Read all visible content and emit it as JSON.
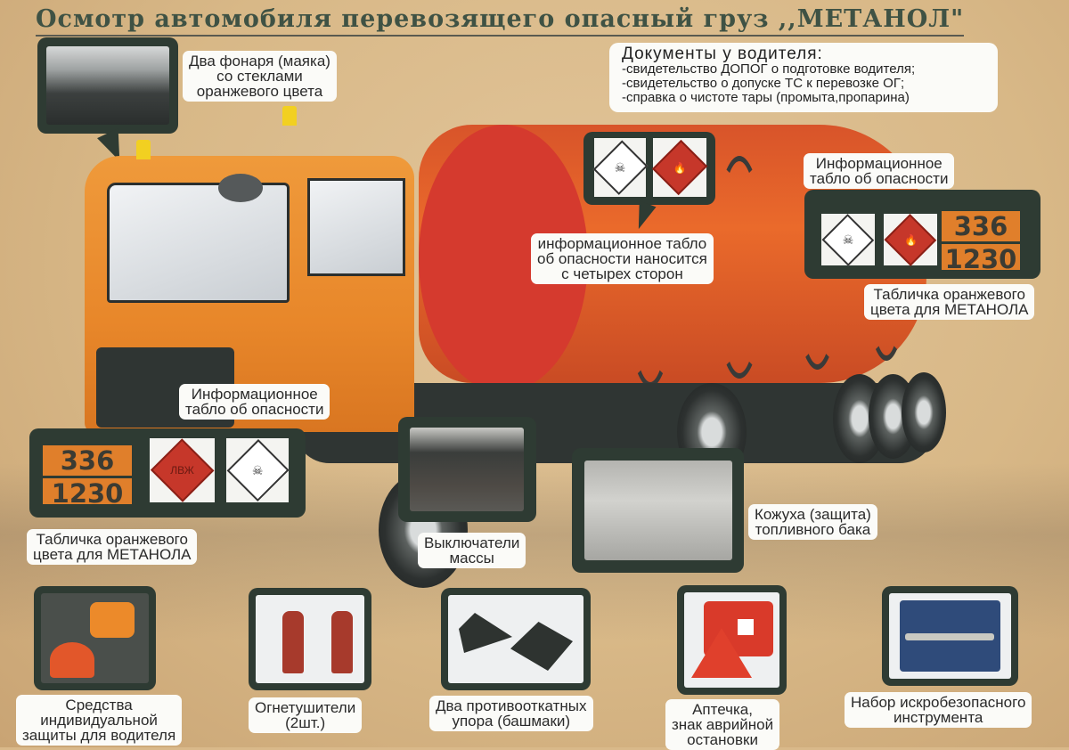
{
  "title": "Осмотр автомобиля перевозящего опасный груз ,,МЕТАНОЛ\"",
  "documents": {
    "heading": "Документы у водителя:",
    "items": [
      "-свидетельство ДОПОГ о подготовке водителя;",
      "-свидетельство о допуске ТС к перевозке ОГ;",
      "-справка о чистоте тары (промыта,пропарина)"
    ]
  },
  "callouts": {
    "beacons": [
      "Два фонаря (маяка)",
      "со стеклами",
      "оранжевого цвета"
    ],
    "tank_side": [
      "информационное табло",
      "об опасности наносится",
      "с четырех сторон"
    ],
    "rear_info": [
      "Информационное",
      "табло об опасности"
    ],
    "rear_plate": [
      "Табличка оранжевого",
      "цвета для МЕТАНОЛА"
    ],
    "front_info": [
      "Информационное",
      "табло об опасности"
    ],
    "front_plate": [
      "Табличка оранжевого",
      "цвета для МЕТАНОЛА"
    ],
    "mass_switch": [
      "Выключатели",
      "массы"
    ],
    "fuel_tank": [
      "Кожуха (защита)",
      "топливного бака"
    ]
  },
  "hazard_plate": {
    "hazard_id": "336",
    "un_number": "1230",
    "plate_color": "#e07f2b"
  },
  "placards": {
    "toxic_class": "6",
    "flammable_class": "3",
    "flammable_text": "ЛВЖ"
  },
  "equipment": [
    {
      "label": [
        "Средства",
        "индивидуальной",
        "защиты для водителя"
      ],
      "icon": "ppe-icon"
    },
    {
      "label": [
        "Огнетушители",
        "(2шт.)"
      ],
      "icon": "fire-extinguisher-icon"
    },
    {
      "label": [
        "Два противооткатных",
        "упора (башмаки)"
      ],
      "icon": "wheel-chock-icon"
    },
    {
      "label": [
        "Аптечка,",
        "знак аврийной",
        "остановки"
      ],
      "icon": "first-aid-icon"
    },
    {
      "label": [
        "Набор искробезопасного",
        "инструмента"
      ],
      "icon": "toolkit-icon"
    }
  ],
  "colors": {
    "background": "#d9b98a",
    "panel": "#2e3b33",
    "cab": "#e8872a",
    "tank": "#e0602a",
    "title": "#3f5244"
  }
}
